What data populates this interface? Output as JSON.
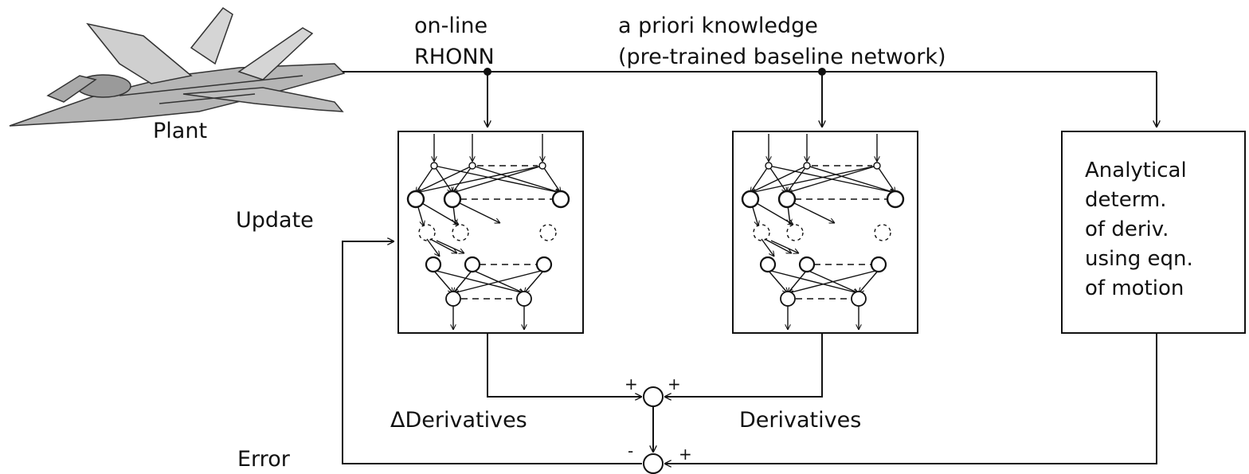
{
  "plant": {
    "label": "Plant",
    "icon": "fighter-jet-icon"
  },
  "online": {
    "line1": "on-line",
    "line2": "RHONN"
  },
  "apriori": {
    "line1": "a priori knowledge",
    "line2": "(pre-trained baseline network)"
  },
  "update": "Update",
  "error": "Error",
  "delta_derivatives": "ΔDerivatives",
  "derivatives": "Derivatives",
  "analytical": {
    "lines": [
      "Analytical",
      "determ.",
      "of deriv.",
      "using eqn.",
      "of motion"
    ]
  },
  "signs": {
    "top_left": "+",
    "top_right": "+",
    "bottom_left": "-",
    "bottom_right": "+"
  }
}
